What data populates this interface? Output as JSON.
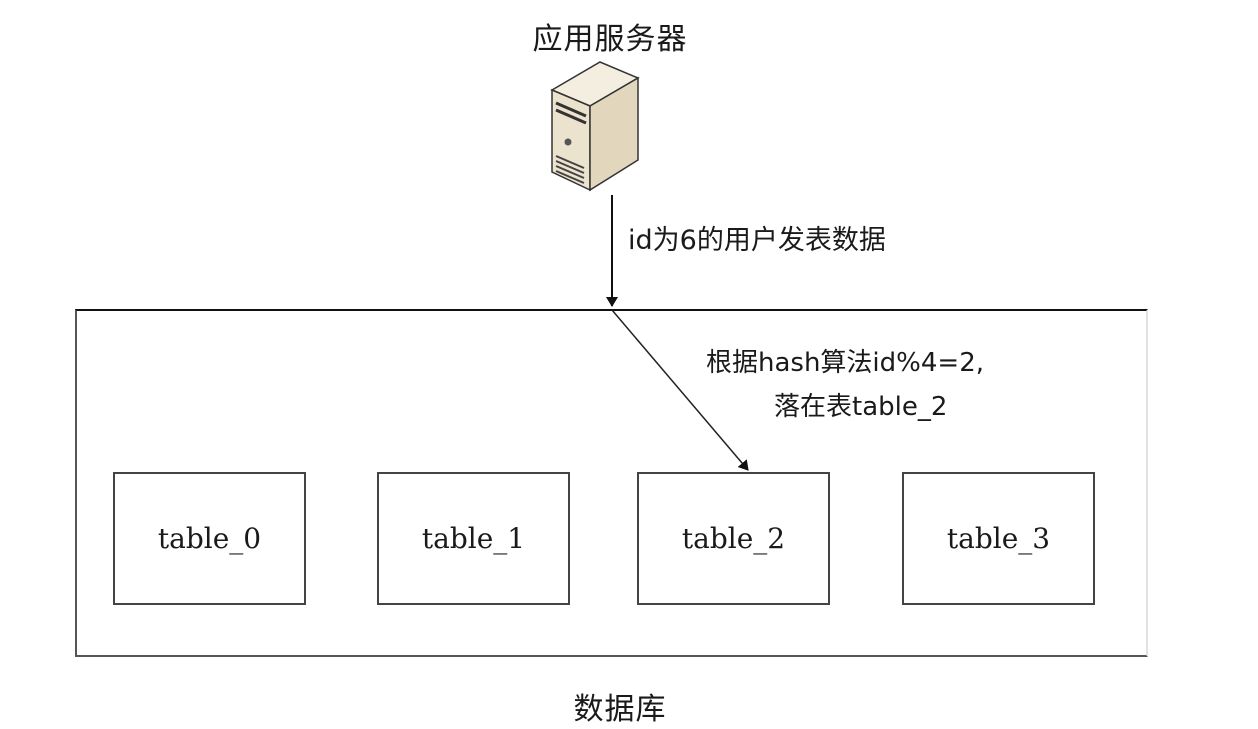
{
  "diagram": {
    "server": {
      "title": "应用服务器",
      "icon": "server-tower-icon"
    },
    "request_edge": {
      "label": "id为6的用户发表数据"
    },
    "routing_edge": {
      "label_line1": "根据hash算法id%4=2,",
      "label_line2": "落在表table_2",
      "target": "table_2"
    },
    "database": {
      "label": "数据库",
      "tables": [
        {
          "name": "table_0"
        },
        {
          "name": "table_1"
        },
        {
          "name": "table_2"
        },
        {
          "name": "table_3"
        }
      ]
    },
    "colors": {
      "stroke": "#111111",
      "box_border": "#444444",
      "server_body": "#ece3cf",
      "server_side": "#d9cdb2",
      "background": "#ffffff"
    }
  }
}
